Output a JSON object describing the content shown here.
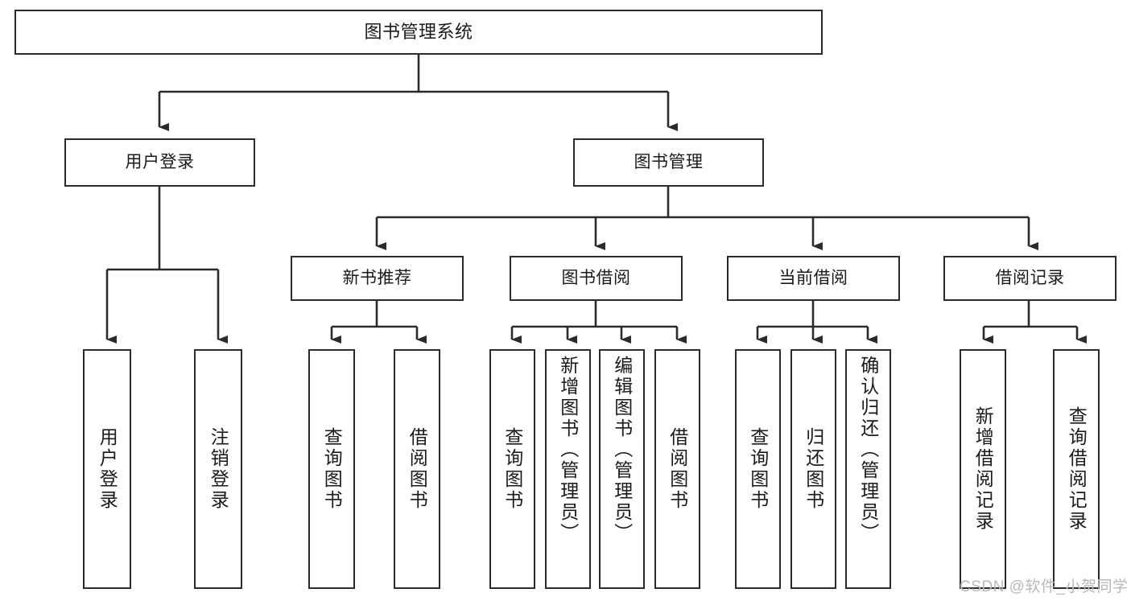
{
  "diagram": {
    "title": "图书管理系统",
    "type": "functional-hierarchy-tree",
    "colors": {
      "background": "#ffffff",
      "box_border": "#2b2b2b",
      "box_fill": "#ffffff",
      "edge": "#2b2b2b",
      "text": "#1a1a1a",
      "watermark": "#b9b9b9"
    },
    "levels": {
      "root": {
        "label": "图书管理系统"
      },
      "level1": [
        {
          "label": "用户登录"
        },
        {
          "label": "图书管理"
        }
      ],
      "level2": [
        {
          "label": "新书推荐"
        },
        {
          "label": "图书借阅"
        },
        {
          "label": "当前借阅"
        },
        {
          "label": "借阅记录"
        }
      ],
      "level3": [
        {
          "label": "用户登录",
          "parent": "用户登录"
        },
        {
          "label": "注销登录",
          "parent": "用户登录"
        },
        {
          "label": "查询图书",
          "parent": "新书推荐"
        },
        {
          "label": "借阅图书",
          "parent": "新书推荐"
        },
        {
          "label": "查询图书",
          "parent": "图书借阅"
        },
        {
          "label": "新增图书（管理员）",
          "parent": "图书借阅"
        },
        {
          "label": "编辑图书（管理员）",
          "parent": "图书借阅"
        },
        {
          "label": "借阅图书",
          "parent": "图书借阅"
        },
        {
          "label": "查询图书",
          "parent": "当前借阅"
        },
        {
          "label": "归还图书",
          "parent": "当前借阅"
        },
        {
          "label": "确认归还（管理员）",
          "parent": "当前借阅"
        },
        {
          "label": "新增借阅记录",
          "parent": "借阅记录"
        },
        {
          "label": "查询借阅记录",
          "parent": "借阅记录"
        }
      ]
    }
  },
  "watermark": {
    "text": "CSDN @软件_小贺同学"
  }
}
